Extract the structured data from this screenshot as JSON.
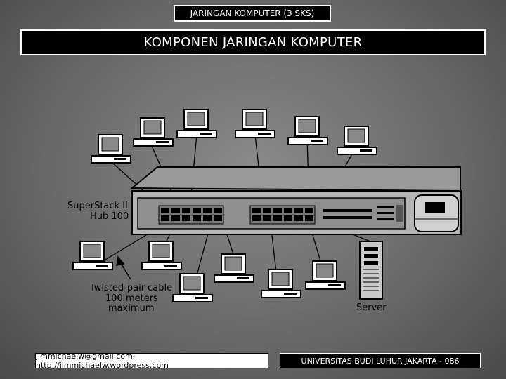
{
  "header": {
    "course_tag": "JARINGAN KOMPUTER (3 SKS)",
    "slide_title": "KOMPONEN JARINGAN KOMPUTER"
  },
  "diagram": {
    "hub_label_line1": "SuperStack II",
    "hub_label_line2": "Hub 100",
    "cable_label_line1": "Twisted-pair cable",
    "cable_label_line2": "100 meters",
    "cable_label_line3": "maximum",
    "server_label": "Server"
  },
  "footer": {
    "contact": "jimmichaelw@gmail.com- http://jimmichaelw.wordpress.com",
    "university": "UNIVERSITAS BUDI LUHUR JAKARTA - 086"
  },
  "colors": {
    "background": "#707070",
    "ink": "#000000",
    "paper": "#ffffff"
  }
}
